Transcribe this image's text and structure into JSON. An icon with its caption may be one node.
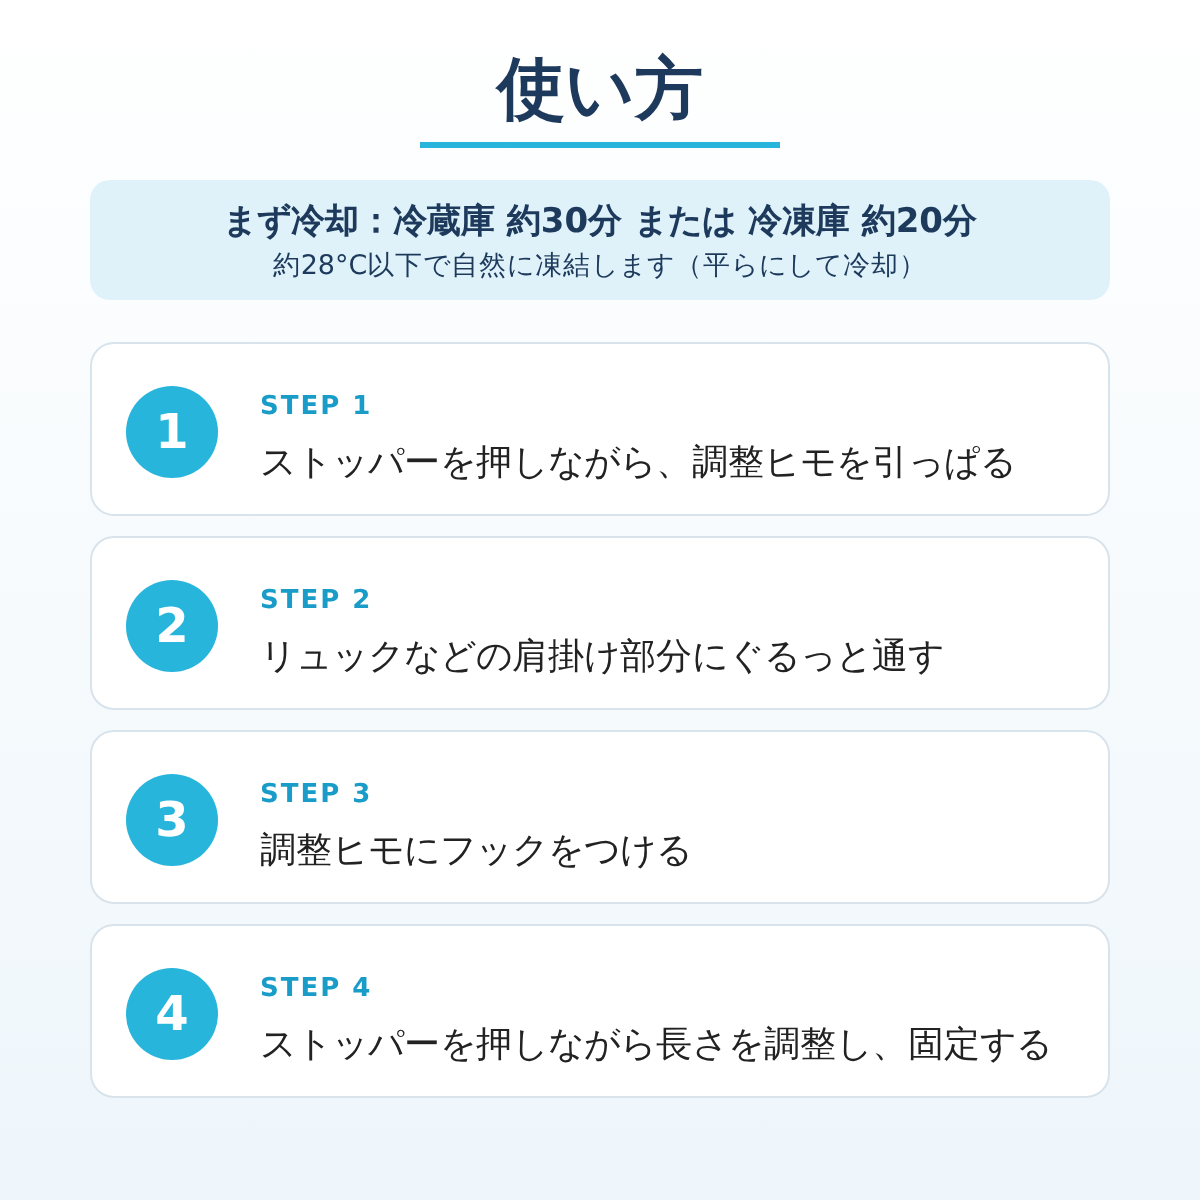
{
  "diagram": {
    "title": "使い方",
    "nodes": [
      {
        "text": [
          "まず冷却：冷蔵庫 約30分 または 冷凍庫 約20分",
          "約28°C以下で自然に凍結します（平らにして冷却）"
        ]
      },
      {
        "text": [
          "STEP 1",
          "ストッパーを押しながら、調整ヒモを引っぱる"
        ]
      },
      {
        "text": [
          "1"
        ],
        "in": 1
      },
      {
        "text": [
          "STEP 2",
          "リュックなどの肩掛け部分にぐるっと通す"
        ]
      },
      {
        "text": [
          "2"
        ],
        "in": 3
      },
      {
        "text": [
          "STEP 3",
          "調整ヒモにフックをつける"
        ]
      },
      {
        "text": [
          "3"
        ],
        "in": 5
      },
      {
        "text": [
          "STEP 4",
          "ストッパーを押しながら長さを調整し、固定する"
        ]
      },
      {
        "text": [
          "4"
        ],
        "in": 7
      }
    ]
  }
}
